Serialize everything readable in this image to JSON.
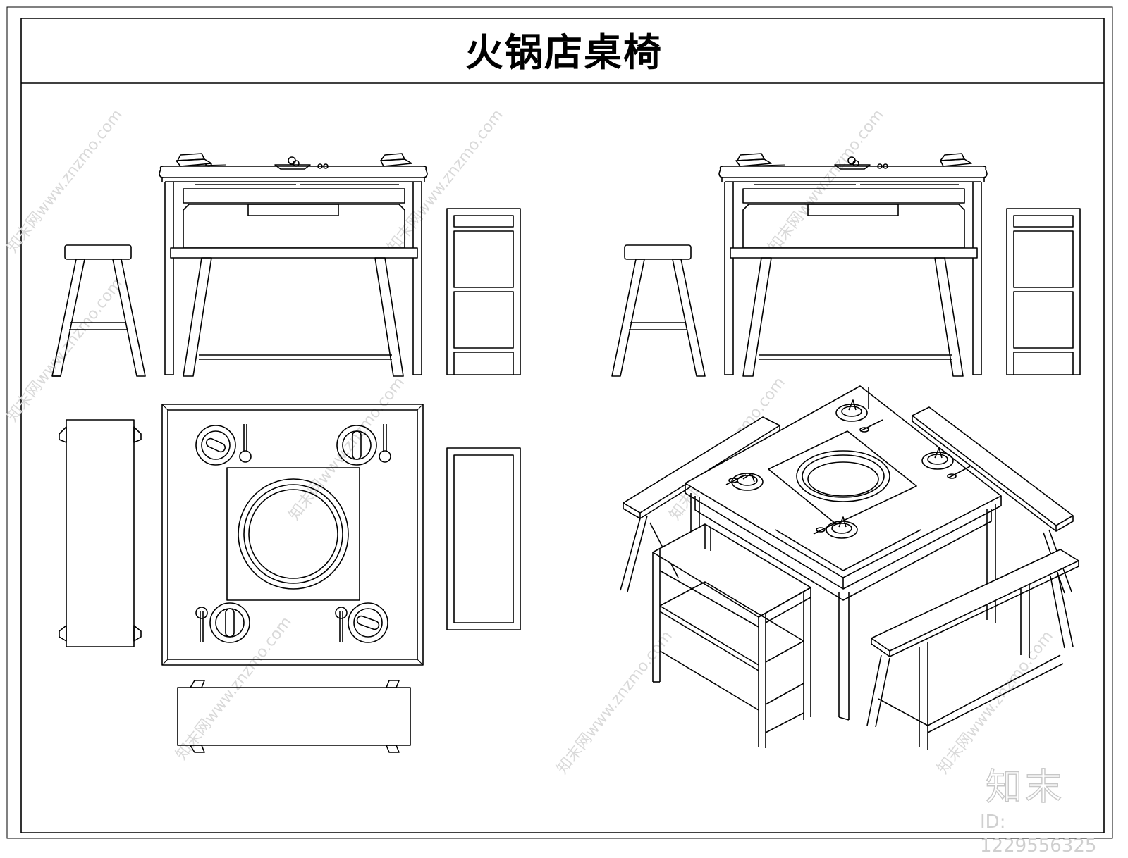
{
  "title": "火锅店桌椅",
  "watermark": {
    "text": "知末网www.znzmo.com",
    "brand": "知末",
    "id_label": "ID: 1229556325"
  },
  "colors": {
    "line": "#000000",
    "watermark": "#d9d9d9",
    "background": "#ffffff"
  }
}
